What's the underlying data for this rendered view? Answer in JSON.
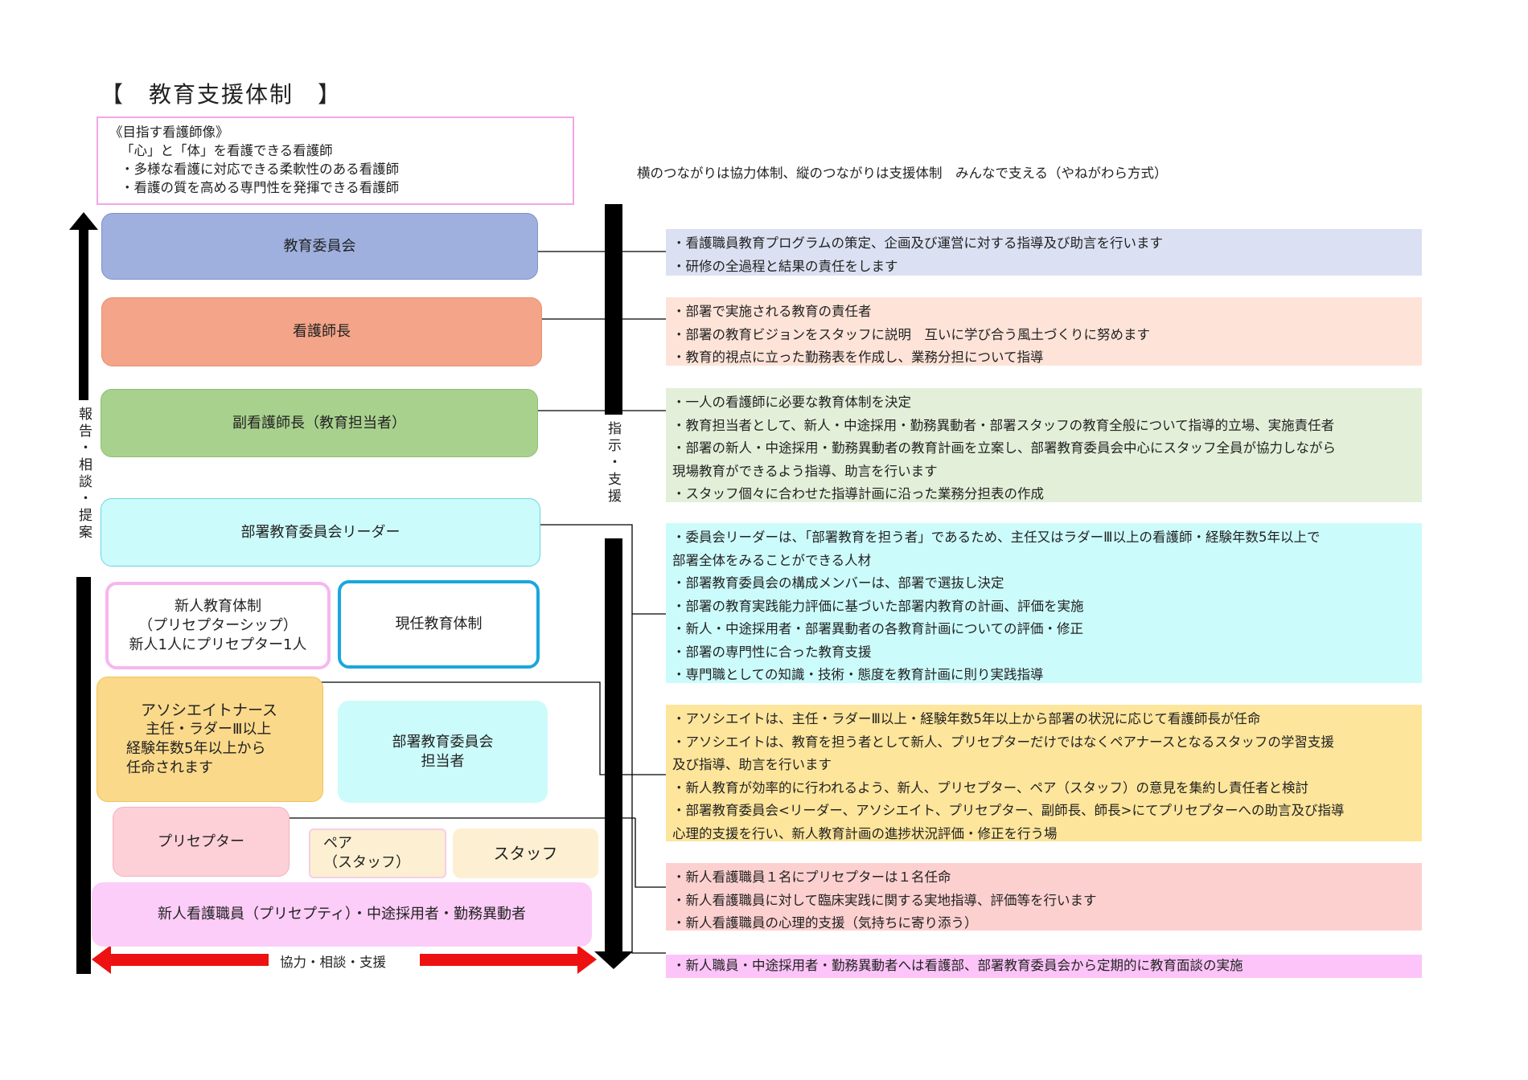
{
  "title": "【　教育支援体制　】",
  "goal": {
    "lines": [
      "《目指す看護師像》",
      "「心」と「体」を看護できる看護師",
      "・多様な看護に対応できる柔軟性のある看護師",
      "・看護の質を高める専門性を発揮できる看護師"
    ]
  },
  "motto": "横のつながりは協力体制、縦のつながりは支援体制　みんなで支える（やねがわら方式）",
  "side_labels": {
    "left": "報告・相談・提案",
    "center": "指示・支援",
    "bottom": "協力・相談・支援"
  },
  "boxes": {
    "committee": "教育委員会",
    "head_nurse": "看護師長",
    "deputy": "副看護師長（教育担当者）",
    "leader": "部署教育委員会リーダー",
    "newcomer_system": [
      "新人教育体制",
      "（プリセプターシップ）",
      "新人1人にプリセプター1人"
    ],
    "current_system": "現任教育体制",
    "associate": [
      "アソシエイトナース",
      "主任・ラダーⅢ以上",
      "経験年数5年以上から",
      "任命されます"
    ],
    "dept_member": [
      "部署教育委員会",
      "担当者"
    ],
    "preceptor": "プリセプター",
    "pair": [
      "ペア",
      "（スタッフ）"
    ],
    "staff": "スタッフ",
    "newcomers": "新人看護職員（プリセプティ）・中途採用者・勤務異動者"
  },
  "descriptions": {
    "committee": [
      "・看護職員教育プログラムの策定、企画及び運営に対する指導及び助言を行います",
      "・研修の全過程と結果の責任をします"
    ],
    "head_nurse": [
      "・部署で実施される教育の責任者",
      "・部署の教育ビジョンをスタッフに説明　互いに学び合う風土づくりに努めます",
      "・教育的視点に立った勤務表を作成し、業務分担について指導"
    ],
    "deputy": [
      "・一人の看護師に必要な教育体制を決定",
      "・教育担当者として、新人・中途採用・勤務異動者・部署スタッフの教育全般について指導的立場、実施責任者",
      "・部署の新人・中途採用・勤務異動者の教育計画を立案し、部署教育委員会中心にスタッフ全員が協力しながら",
      "現場教育ができるよう指導、助言を行います",
      "・スタッフ個々に合わせた指導計画に沿った業務分担表の作成"
    ],
    "leader": [
      "・委員会リーダーは、「部署教育を担う者」であるため、主任又はラダーⅢ以上の看護師・経験年数5年以上で",
      "部署全体をみることができる人材",
      "・部署教育委員会の構成メンバーは、部署で選抜し決定",
      "・部署の教育実践能力評価に基づいた部署内教育の計画、評価を実施",
      "・新人・中途採用者・部署異動者の各教育計画についての評価・修正",
      "・部署の専門性に合った教育支援",
      "・専門職としての知識・技術・態度を教育計画に則り実践指導"
    ],
    "associate": [
      "・アソシエイトは、主任・ラダーⅢ以上・経験年数5年以上から部署の状況に応じて看護師長が任命",
      "・アソシエイトは、教育を担う者として新人、プリセプターだけではなくペアナースとなるスタッフの学習支援",
      "及び指導、助言を行います",
      "・新人教育が効率的に行われるよう、新人、プリセプター、ペア（スタッフ）の意見を集約し責任者と検討",
      "・部署教育委員会<リーダー、アソシエイト、プリセプター、副師長、師長>にてプリセプターへの助言及び指導",
      "心理的支援を行い、新人教育計画の進捗状況評価・修正を行う場"
    ],
    "preceptor": [
      "・新人看護職員１名にプリセプターは１名任命",
      "・新人看護職員に対して臨床実践に関する実地指導、評価等を行います",
      "・新人看護職員の心理的支援（気持ちに寄り添う）"
    ],
    "newcomers": [
      "・新人職員・中途採用者・勤務異動者へは看護部、部署教育委員会から定期的に教育面談の実施"
    ]
  },
  "colors": {
    "committee": "#9fb0de",
    "head_nurse": "#f4a488",
    "deputy": "#a9d18e",
    "leader": "#ccfbfb",
    "newcomer_border": "#f7b6ee",
    "current_border": "#1aa7dd",
    "associate": "#fbd98a",
    "dept_member": "#ccfbfb",
    "preceptor": "#fdcfd7",
    "pair": "#fdf0d2",
    "staff": "#fdf0d2",
    "newcomers": "#fccdf8",
    "arrow_red": "#ee1111",
    "desc_committee": "#dbe1f2",
    "desc_head": "#fde3d8",
    "desc_deputy": "#e3efd9",
    "desc_leader": "#ccfbfb",
    "desc_associate": "#fde59b",
    "desc_preceptor": "#fdd0d0",
    "desc_newcomers": "#fcc4f8"
  }
}
